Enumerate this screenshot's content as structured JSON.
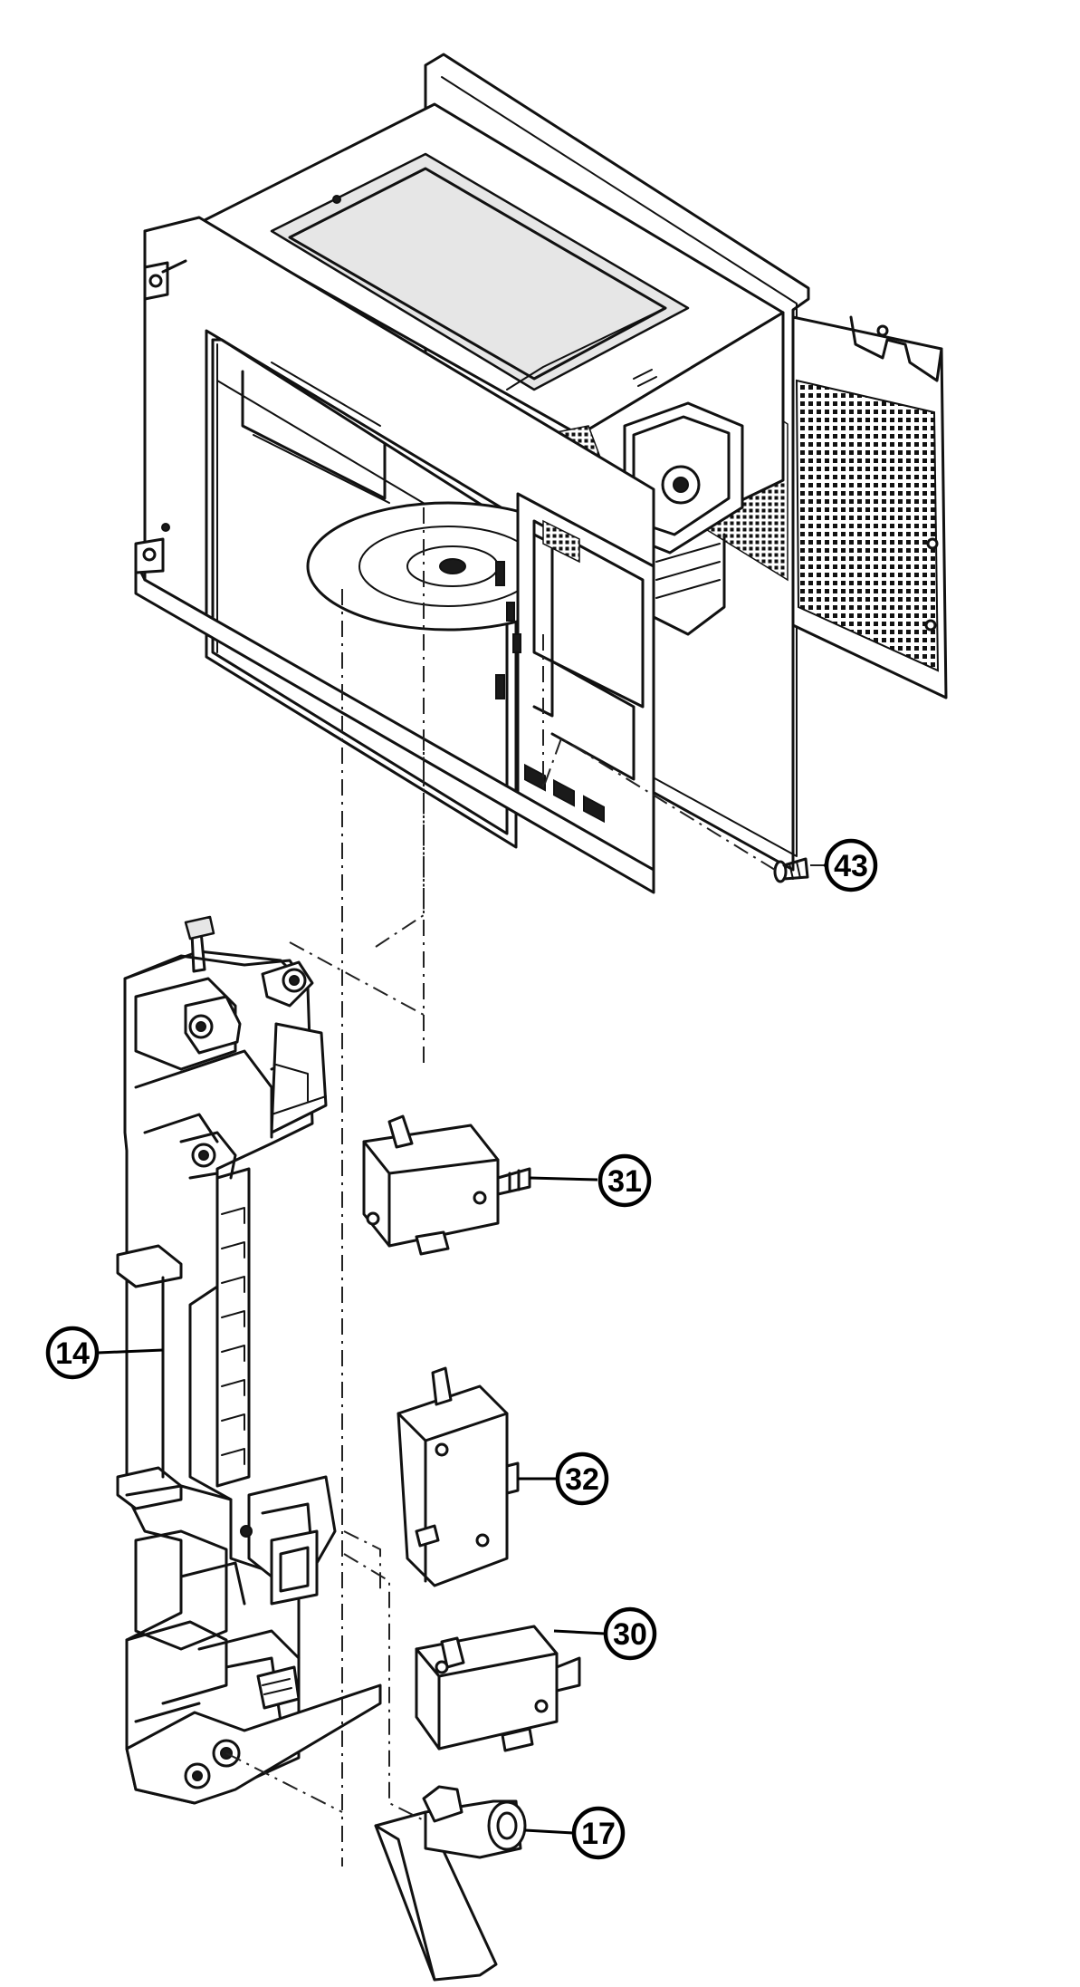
{
  "callouts": [
    {
      "id": "43",
      "label": "43"
    },
    {
      "id": "31",
      "label": "31"
    },
    {
      "id": "14",
      "label": "14"
    },
    {
      "id": "32",
      "label": "32"
    },
    {
      "id": "30",
      "label": "30"
    },
    {
      "id": "17",
      "label": "17"
    }
  ]
}
